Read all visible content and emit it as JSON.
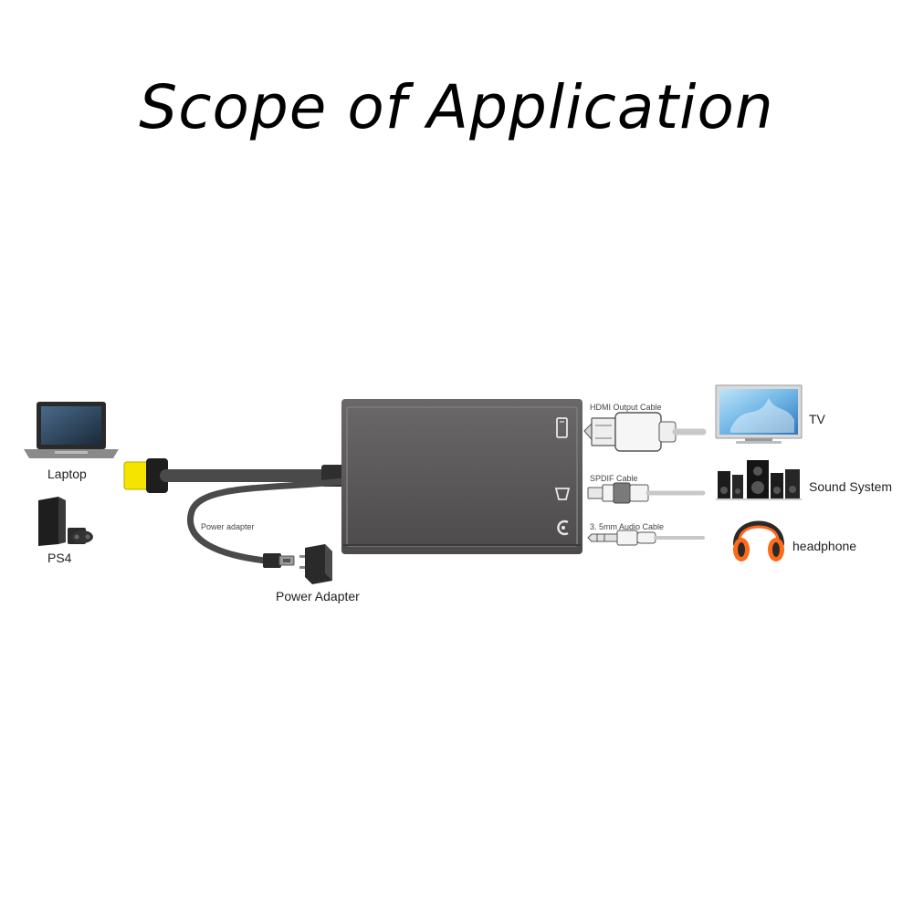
{
  "title": "Scope of Application",
  "sources": {
    "laptop": "Laptop",
    "ps4": "PS4"
  },
  "power": {
    "cable_label": "Power adapter",
    "adapter_label": "Power Adapter"
  },
  "cables": {
    "hdmi": "HDMI Output  Cable",
    "spdif": "SPDIF  Cable",
    "audio": "3. 5mm Audio Cable"
  },
  "outputs": {
    "tv": "TV",
    "sound_system": "Sound System",
    "headphone": "headphone"
  },
  "colors": {
    "hub_body": "#5a5858",
    "cable": "#4a4a4a",
    "hdmi_plug": "#f5e400",
    "headphone": "#ff6a1a",
    "tv_screen": "#6fb6e6"
  }
}
